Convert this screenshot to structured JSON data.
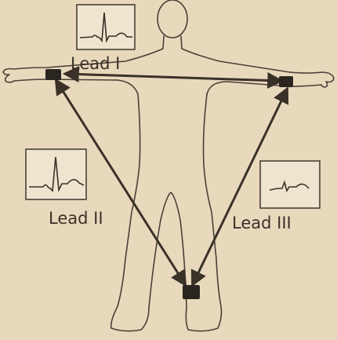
{
  "colors": {
    "paper": "#e8d9bd",
    "ink": "#3a3128",
    "outline": "#4a4036",
    "frame": "#4a4036",
    "electrode": "#2b2520"
  },
  "leads": [
    {
      "label": "Lead I"
    },
    {
      "label": "Lead II"
    },
    {
      "label": "Lead III"
    }
  ]
}
